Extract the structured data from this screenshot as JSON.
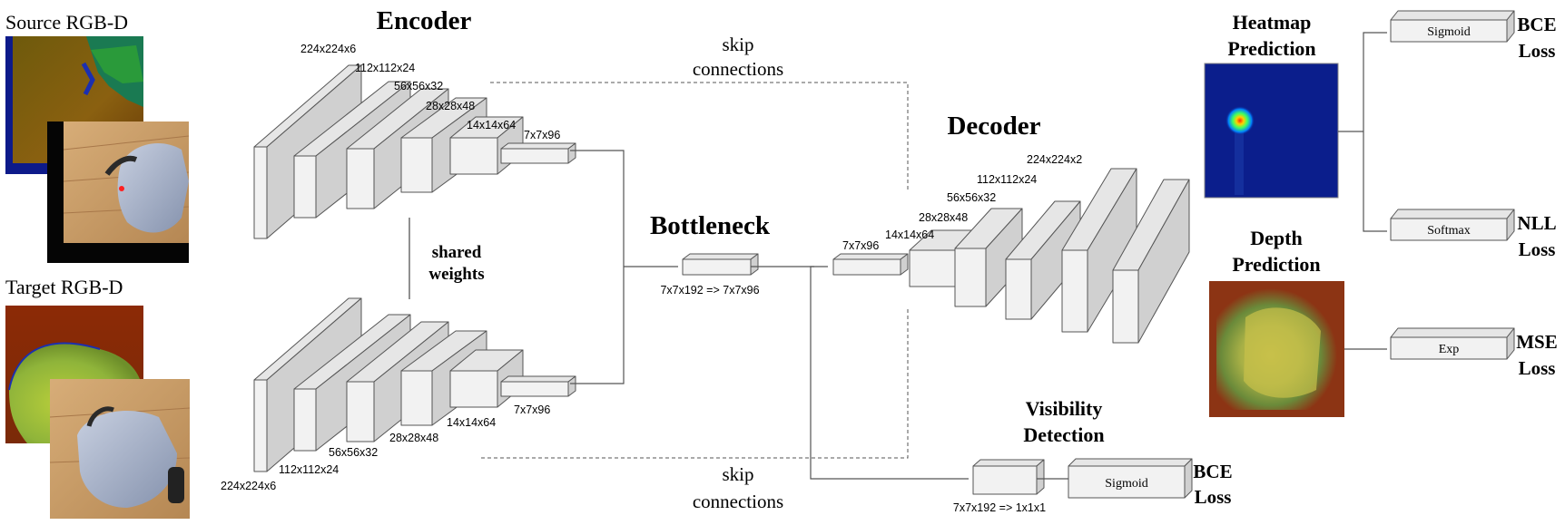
{
  "inputs": {
    "source_label": "Source RGB-D",
    "target_label": "Target RGB-D"
  },
  "encoder": {
    "title": "Encoder",
    "layers_top": [
      "224x224x6",
      "112x112x24",
      "56x56x32",
      "28x28x48",
      "14x14x64",
      "7x7x96"
    ],
    "layers_bottom": [
      "224x224x6",
      "112x112x24",
      "56x56x32",
      "28x28x48",
      "14x14x64",
      "7x7x96"
    ],
    "shared_weights_line1": "shared",
    "shared_weights_line2": "weights"
  },
  "skip": {
    "top_line1": "skip",
    "top_line2": "connections",
    "bottom_line1": "skip",
    "bottom_line2": "connections"
  },
  "bottleneck": {
    "title": "Bottleneck",
    "dims": "7x7x192 => 7x7x96"
  },
  "decoder": {
    "title": "Decoder",
    "layers": [
      "7x7x96",
      "14x14x64",
      "28x28x48",
      "56x56x32",
      "112x112x24",
      "224x224x2"
    ]
  },
  "visibility": {
    "title_line1": "Visibility",
    "title_line2": "Detection",
    "dims": "7x7x192 => 1x1x1",
    "activation": "Sigmoid",
    "loss_line1": "BCE",
    "loss_line2": "Loss"
  },
  "heatmap": {
    "title_line1": "Heatmap",
    "title_line2": "Prediction"
  },
  "depth": {
    "title_line1": "Depth",
    "title_line2": "Prediction"
  },
  "heads": [
    {
      "activation": "Sigmoid",
      "loss_line1": "BCE",
      "loss_line2": "Loss"
    },
    {
      "activation": "Softmax",
      "loss_line1": "NLL",
      "loss_line2": "Loss"
    },
    {
      "activation": "Exp",
      "loss_line1": "MSE",
      "loss_line2": "Loss"
    }
  ],
  "colors": {
    "box_face": "#f2f2f2",
    "box_top": "#e6e6e6",
    "box_side": "#d0d0d0",
    "line": "#555555",
    "depth_far": "#8f1f05",
    "depth_near": "#8fb43a",
    "heatmap_bg": "#0b1e8c",
    "floor": "#c89a62"
  }
}
